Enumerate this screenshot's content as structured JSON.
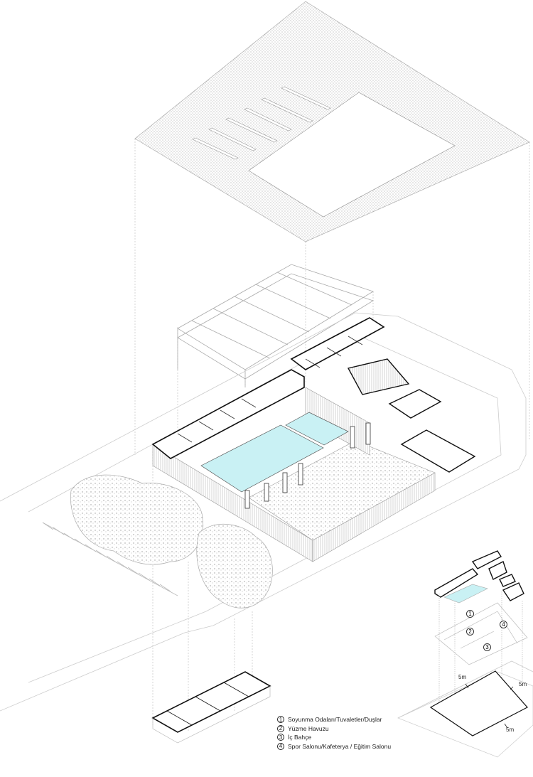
{
  "legend": {
    "items": [
      {
        "num": "1",
        "label": "Soyunma Odaları/Tuvaletler/Duşlar"
      },
      {
        "num": "2",
        "label": "Yüzme Havuzu"
      },
      {
        "num": "3",
        "label": "İç Bahçe"
      },
      {
        "num": "4",
        "label": "Spor Salonu/Kafeterya / Eğitim Salonu"
      }
    ]
  },
  "zoning_diagram": {
    "zones": [
      "1",
      "2",
      "3",
      "4"
    ],
    "setbacks": [
      "5m",
      "5m",
      "5m"
    ]
  },
  "colors": {
    "pool": "#c9f1f4",
    "line": "#222222",
    "light_line": "#bbbbbb"
  }
}
